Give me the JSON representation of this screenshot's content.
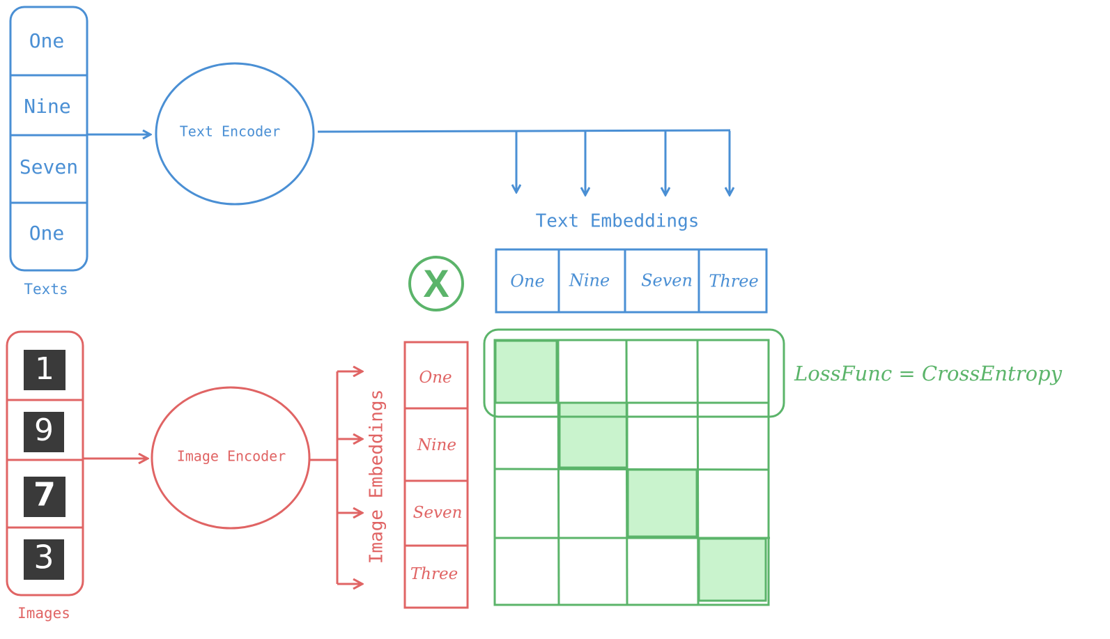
{
  "colors": {
    "blue": "#4a8fd4",
    "red": "#e06464",
    "green": "#5bb46a",
    "green_fill": "#c9f3cd",
    "digit_bg": "#3a3a3a"
  },
  "texts": {
    "items": [
      "One",
      "Nine",
      "Seven",
      "One"
    ],
    "caption": "Texts"
  },
  "text_encoder": {
    "label": "Text Encoder"
  },
  "text_embeddings": {
    "title": "Text Embeddings",
    "items": [
      "One",
      "Nine",
      "Seven",
      "Three"
    ]
  },
  "images": {
    "digits": [
      "1",
      "9",
      "7",
      "3"
    ],
    "caption": "Images"
  },
  "image_encoder": {
    "label": "Image Encoder"
  },
  "image_embeddings": {
    "title": "Image Embeddings",
    "items": [
      "One",
      "Nine",
      "Seven",
      "Three"
    ]
  },
  "multiply_symbol": "X",
  "similarity_matrix": {
    "size": 4,
    "highlighted": "diagonal"
  },
  "loss": {
    "label": "LossFunc = CrossEntropy"
  }
}
